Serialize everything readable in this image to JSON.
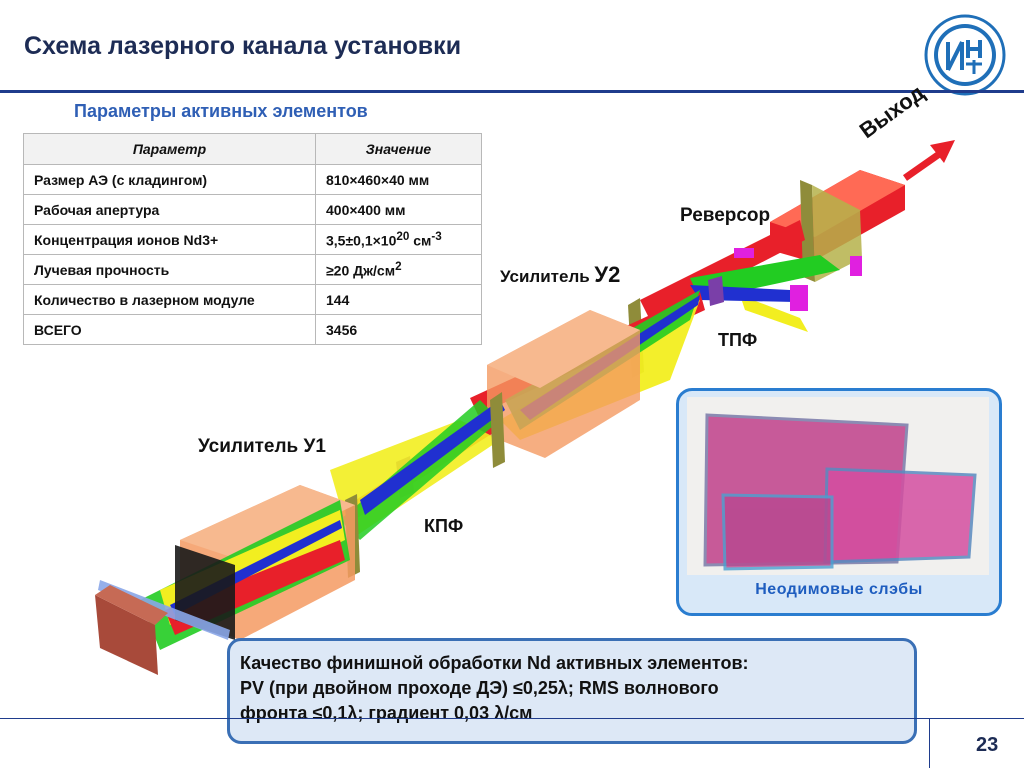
{
  "slide": {
    "title": "Схема лазерного канала установки",
    "page_number": "23"
  },
  "params_table": {
    "caption": "Параметры активных элементов",
    "headers": [
      "Параметр",
      "Значение"
    ],
    "rows": [
      {
        "param": "Размер АЭ (с кладингом)",
        "value": "810×460×40 мм"
      },
      {
        "param": "Рабочая апертура",
        "value": "400×400 мм"
      },
      {
        "param": "Концентрация ионов Nd3+",
        "value_base": "3,5±0,1×10",
        "value_exp": "20",
        "value_unit": " см",
        "value_unit_exp": "-3"
      },
      {
        "param": "Лучевая прочность",
        "value_base": "≥20 Дж/см",
        "value_exp": "2"
      },
      {
        "param": "Количество в лазерном модуле",
        "value": "144"
      },
      {
        "param": "ВСЕГО",
        "value": "3456"
      }
    ]
  },
  "labels": {
    "exit": "Выход",
    "reversor": "Реверсор",
    "amp2_prefix": "Усилитель ",
    "amp2_suffix": "У2",
    "tpf": "ТПФ",
    "amp1": "Усилитель У1",
    "kpf": "КПФ"
  },
  "photo": {
    "caption": "Неодимовые слэбы"
  },
  "quality_note": {
    "line1": "Качество финишной обработки Nd активных элементов:",
    "line2": "PV (при двойном проходе ДЭ) ≤0,25λ; RMS волнового",
    "line3": "фронта ≤0,1λ; градиент 0,03 λ/см"
  },
  "colors": {
    "title": "#1d2c55",
    "accent_blue": "#2f5fb5",
    "beam_red": "#e8202a",
    "beam_green": "#22cc22",
    "beam_yellow": "#f2ee20",
    "beam_blue": "#2030d0",
    "amplifier_orange": "#f49a62",
    "filter_purple": "#7a3fa8",
    "mirror_olive": "#8f8c3a"
  }
}
